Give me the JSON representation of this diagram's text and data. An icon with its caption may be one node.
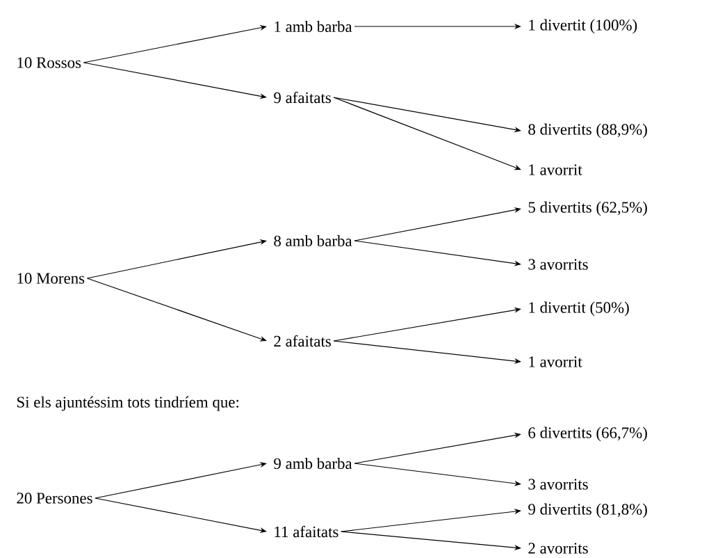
{
  "diagram": {
    "nodes": [
      {
        "text": [
          "10 Rossos"
        ]
      },
      {
        "text": [
          "1 amb barba"
        ]
      },
      {
        "text": [
          "9 afaitats"
        ]
      },
      {
        "text": [
          "1 divertit (100%)"
        ]
      },
      {
        "text": [
          "8 divertits (88,9%)"
        ]
      },
      {
        "text": [
          "1 avorrit"
        ]
      },
      {
        "text": [
          "10 Morens"
        ]
      },
      {
        "text": [
          "8 amb barba"
        ]
      },
      {
        "text": [
          "2 afaitats"
        ]
      },
      {
        "text": [
          "5 divertits (62,5%)"
        ]
      },
      {
        "text": [
          "3 avorrits"
        ]
      },
      {
        "text": [
          "1 divertit (50%)"
        ]
      },
      {
        "text": [
          "1 avorrit"
        ]
      },
      {
        "text": [
          "20 Persones"
        ]
      },
      {
        "text": [
          "9 amb barba"
        ]
      },
      {
        "text": [
          "11 afaitats"
        ]
      },
      {
        "text": [
          "6 divertits (66,7%)"
        ]
      },
      {
        "text": [
          "3 avorrits"
        ]
      },
      {
        "text": [
          "9 divertits (81,8%)"
        ]
      },
      {
        "text": [
          "2 avorrits"
        ]
      }
    ],
    "edges": [
      {
        "from": 0,
        "to": 1,
        "arrow": "to"
      },
      {
        "from": 0,
        "to": 2,
        "arrow": "to"
      },
      {
        "from": 1,
        "to": 3,
        "arrow": "to"
      },
      {
        "from": 2,
        "to": 4,
        "arrow": "to"
      },
      {
        "from": 2,
        "to": 5,
        "arrow": "to"
      },
      {
        "from": 6,
        "to": 7,
        "arrow": "to"
      },
      {
        "from": 6,
        "to": 8,
        "arrow": "to"
      },
      {
        "from": 7,
        "to": 9,
        "arrow": "to"
      },
      {
        "from": 7,
        "to": 10,
        "arrow": "to"
      },
      {
        "from": 8,
        "to": 11,
        "arrow": "to"
      },
      {
        "from": 8,
        "to": 12,
        "arrow": "to"
      },
      {
        "from": 13,
        "to": 14,
        "arrow": "to"
      },
      {
        "from": 13,
        "to": 15,
        "arrow": "to"
      },
      {
        "from": 14,
        "to": 16,
        "arrow": "to"
      },
      {
        "from": 14,
        "to": 17,
        "arrow": "to"
      },
      {
        "from": 15,
        "to": 18,
        "arrow": "to"
      },
      {
        "from": 15,
        "to": 19,
        "arrow": "to"
      }
    ],
    "labels": [
      "Si els ajuntéssim tots tindríem que:"
    ]
  }
}
